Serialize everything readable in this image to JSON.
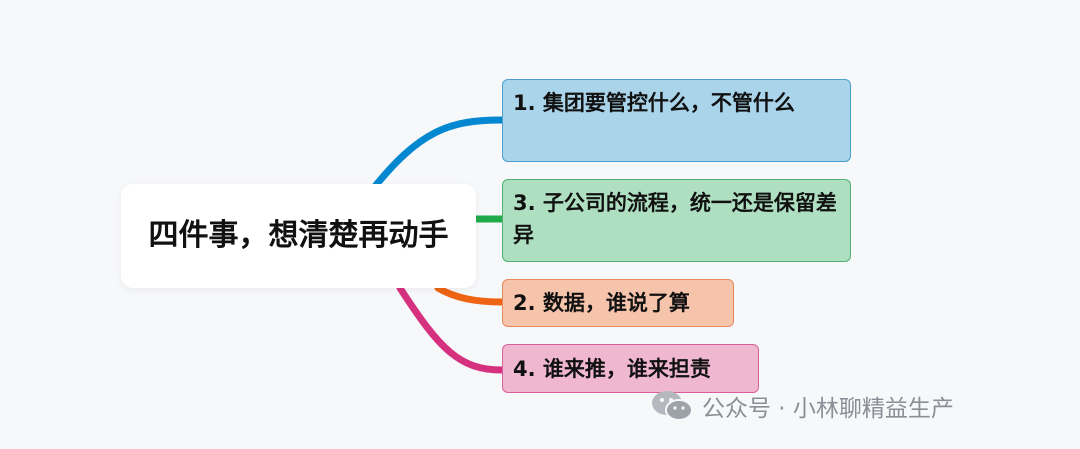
{
  "root": {
    "label": "四件事，想清楚再动手"
  },
  "branches": [
    {
      "label": "1. 集团要管控什么，不管什么",
      "fill": "#a9d4ea",
      "connector": "#0288d1"
    },
    {
      "label": "3. 子公司的流程，统一还是保留差异",
      "fill": "#afdfc1",
      "connector": "#1faa4b"
    },
    {
      "label": "2. 数据，谁说了算",
      "fill": "#f5c4ab",
      "connector": "#ee6414"
    },
    {
      "label": "4. 谁来推，谁来担责",
      "fill": "#f0b7d0",
      "connector": "#d6317f"
    }
  ],
  "watermark": {
    "text": "公众号 · 小林聊精益生产",
    "icon": "wechat-icon"
  }
}
